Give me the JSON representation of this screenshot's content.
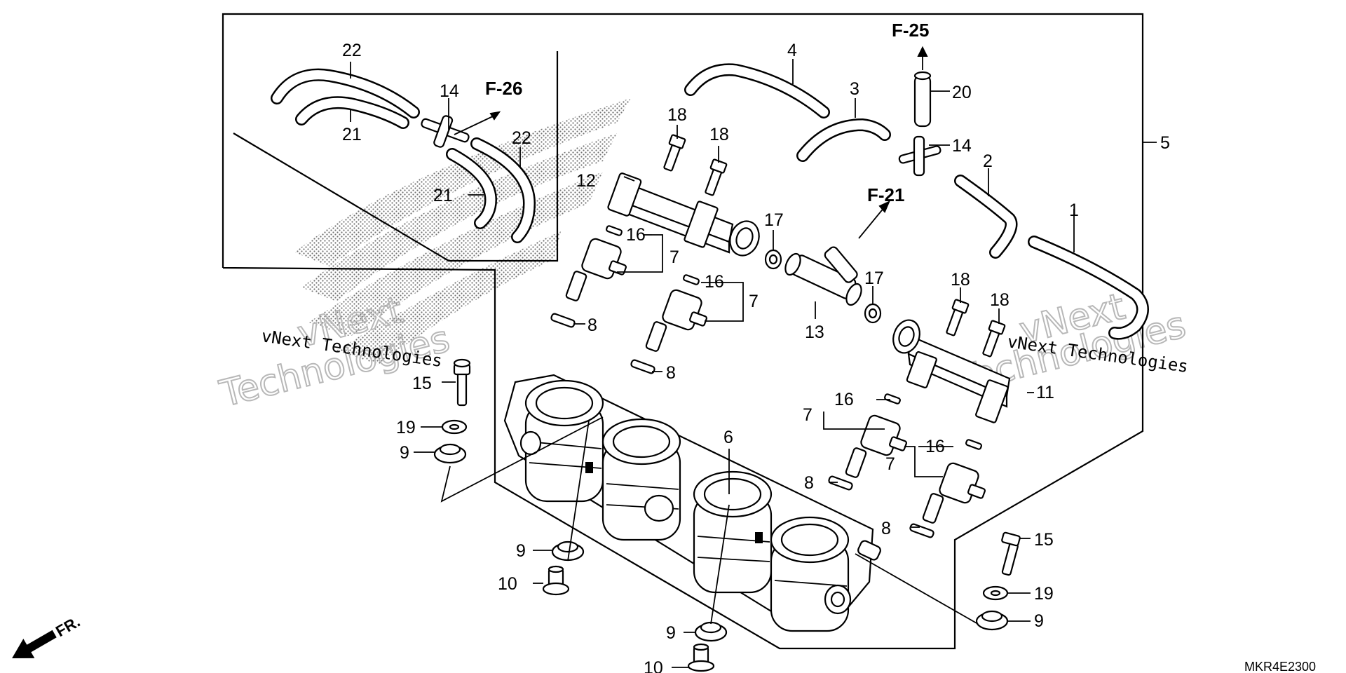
{
  "diagram_code": "MKR4E2300",
  "direction_label": "FR.",
  "watermark": {
    "small_left": "vNext Technologies",
    "small_right": "vNext Technologies",
    "big_left_1": "vNext",
    "big_left_2": "Technologies",
    "big_right_1": "vNext",
    "big_right_2": "Technologies"
  },
  "references": {
    "f25": "F-25",
    "f26": "F-26",
    "f21": "F-21"
  },
  "callouts": {
    "c1": "1",
    "c2": "2",
    "c3": "3",
    "c4": "4",
    "c5": "5",
    "c6": "6",
    "c7a": "7",
    "c7b": "7",
    "c7c": "7",
    "c7d": "7",
    "c8a": "8",
    "c8b": "8",
    "c8c": "8",
    "c8d": "8",
    "c9a": "9",
    "c9b": "9",
    "c9c": "9",
    "c9d": "9",
    "c10a": "10",
    "c10b": "10",
    "c11": "11",
    "c12": "12",
    "c13": "13",
    "c14a": "14",
    "c14b": "14",
    "c15a": "15",
    "c15b": "15",
    "c16a": "16",
    "c16b": "16",
    "c16c": "16",
    "c16d": "16",
    "c17a": "17",
    "c17b": "17",
    "c18a": "18",
    "c18b": "18",
    "c18c": "18",
    "c18d": "18",
    "c19a": "19",
    "c19b": "19",
    "c20": "20",
    "c21a": "21",
    "c21b": "21",
    "c22a": "22",
    "c22b": "22"
  }
}
